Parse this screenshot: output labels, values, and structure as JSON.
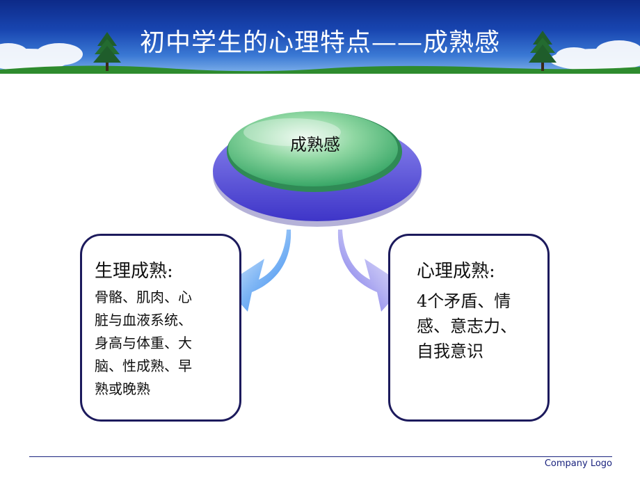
{
  "header": {
    "title": "初中学生的心理特点——成熟感"
  },
  "center": {
    "label": "成熟感"
  },
  "left_box": {
    "title": "生理成熟:",
    "body": "骨骼、肌肉、心\n脏与血液系统、\n身高与体重、大\n脑、性成熟、早\n熟或晚熟"
  },
  "right_box": {
    "title": "心理成熟:",
    "body": "4个矛盾、情\n感、意志力、\n自我意识"
  },
  "footer": {
    "logo": "Company Logo"
  },
  "colors": {
    "header_blue": "#1845b0",
    "button_green": "#5fc28a",
    "button_rim": "#6b63e0",
    "box_border": "#1c1a5c",
    "arrow_blue": "#3f8df0"
  }
}
